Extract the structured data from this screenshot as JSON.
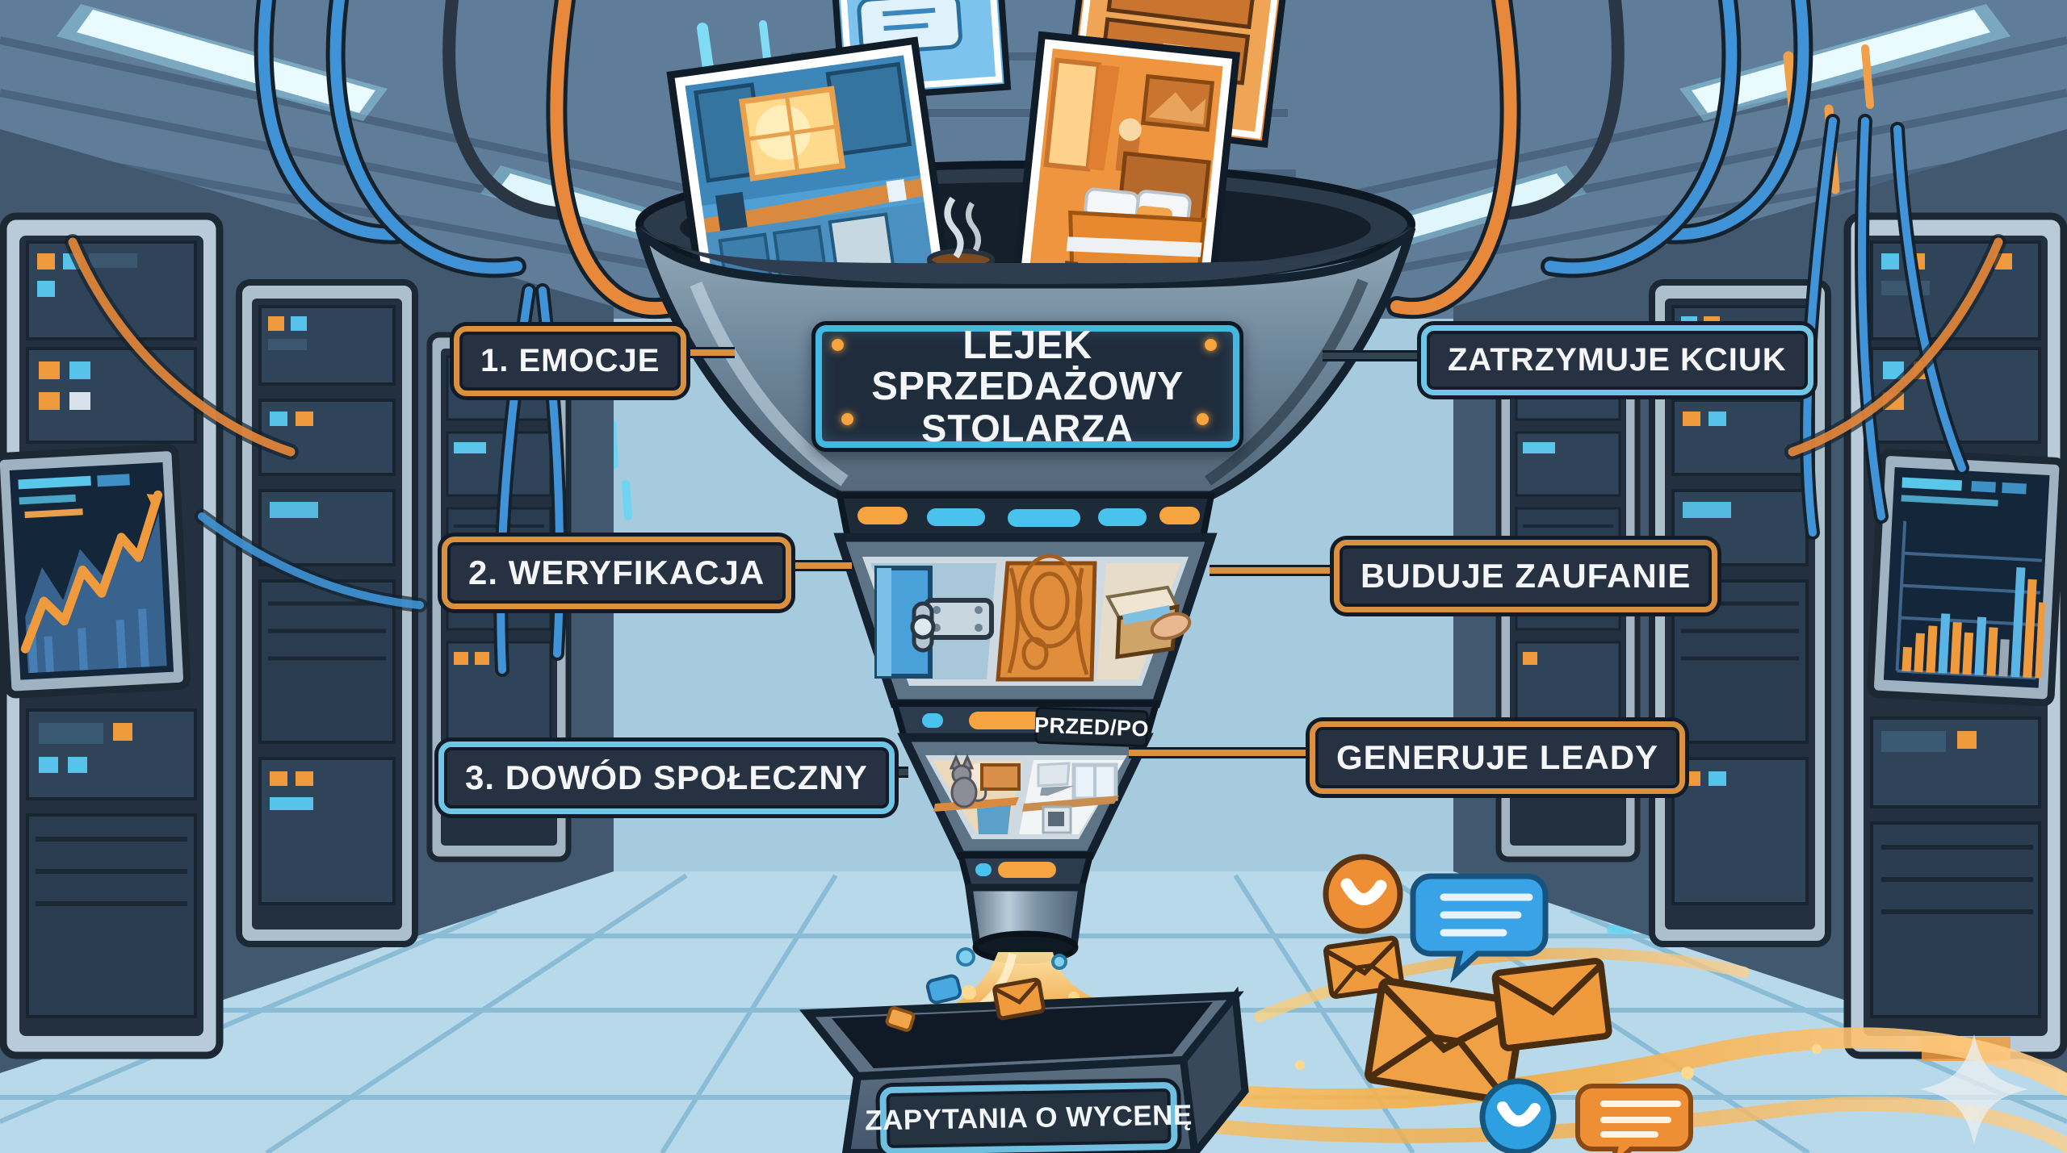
{
  "title": {
    "line1": "LEJEK SPRZEDAŻOWY",
    "line2": "STOLARZA"
  },
  "callouts": {
    "emocje": {
      "label": "1. EMOCJE",
      "border_color": "#d9903f"
    },
    "weryfikacja": {
      "label": "2. WERYFIKACJA",
      "border_color": "#d9903f"
    },
    "dowod": {
      "label": "3. DOWÓD SPOŁECZNY",
      "border_color": "#6fc6e6"
    },
    "zatrzymuje": {
      "label": "ZATRZYMUJE KCIUK",
      "border_color": "#6fc6e6"
    },
    "buduje": {
      "label": "BUDUJE ZAUFANIE",
      "border_color": "#d9903f"
    },
    "generuje": {
      "label": "GENERUJE LEADY",
      "border_color": "#d9903f"
    }
  },
  "funnel": {
    "badge": "PRZED/PO",
    "tiers": [
      "photos of finished interiors (kitchen, bedroom) falling into bowl",
      "verification panels: cabinet door hinge, wood grain, drawer",
      "social proof: before/after kitchen photos with cat"
    ]
  },
  "output_box": {
    "label": "ZAPYTANIA O WYCENĘ"
  },
  "icons": [
    "envelope-icon",
    "phone-icon",
    "chat-bubble-icon",
    "coffee-cup-icon",
    "cat-silhouette",
    "door-hinge-icon",
    "line-chart-screen",
    "bar-chart-screen",
    "sparkle-watermark"
  ],
  "colors": {
    "accent_orange": "#ef9b3d",
    "accent_cyan": "#57c2ea",
    "panel_dark": "#263242",
    "metal": "#8aa2b5",
    "background_blue": "#9cc4dc",
    "stream_orange": "#f5a93f"
  }
}
